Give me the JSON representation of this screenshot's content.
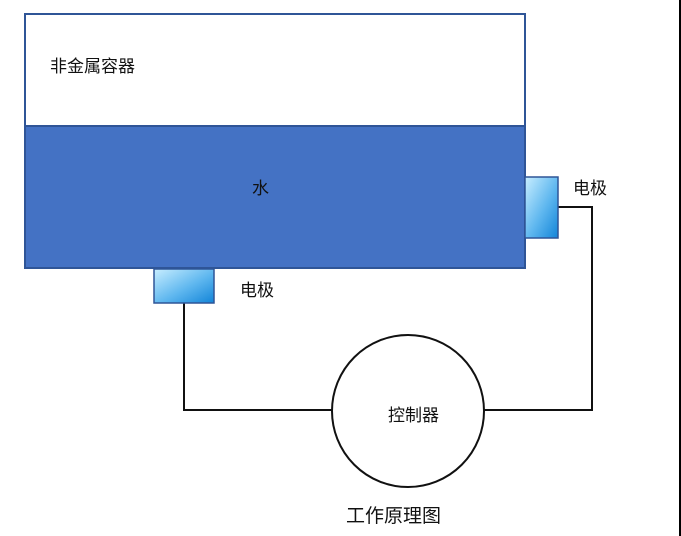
{
  "diagram": {
    "container_label": "非金属容器",
    "water_label": "水",
    "electrode_bottom_label": "电极",
    "electrode_right_label": "电极",
    "controller_label": "控制器",
    "caption": "工作原理图"
  },
  "colors": {
    "container_border": "#2f5597",
    "water_fill": "#4472c4",
    "electrode_light": "#b7e4ff",
    "electrode_dark": "#1a8fe0",
    "wire": "#111111"
  }
}
